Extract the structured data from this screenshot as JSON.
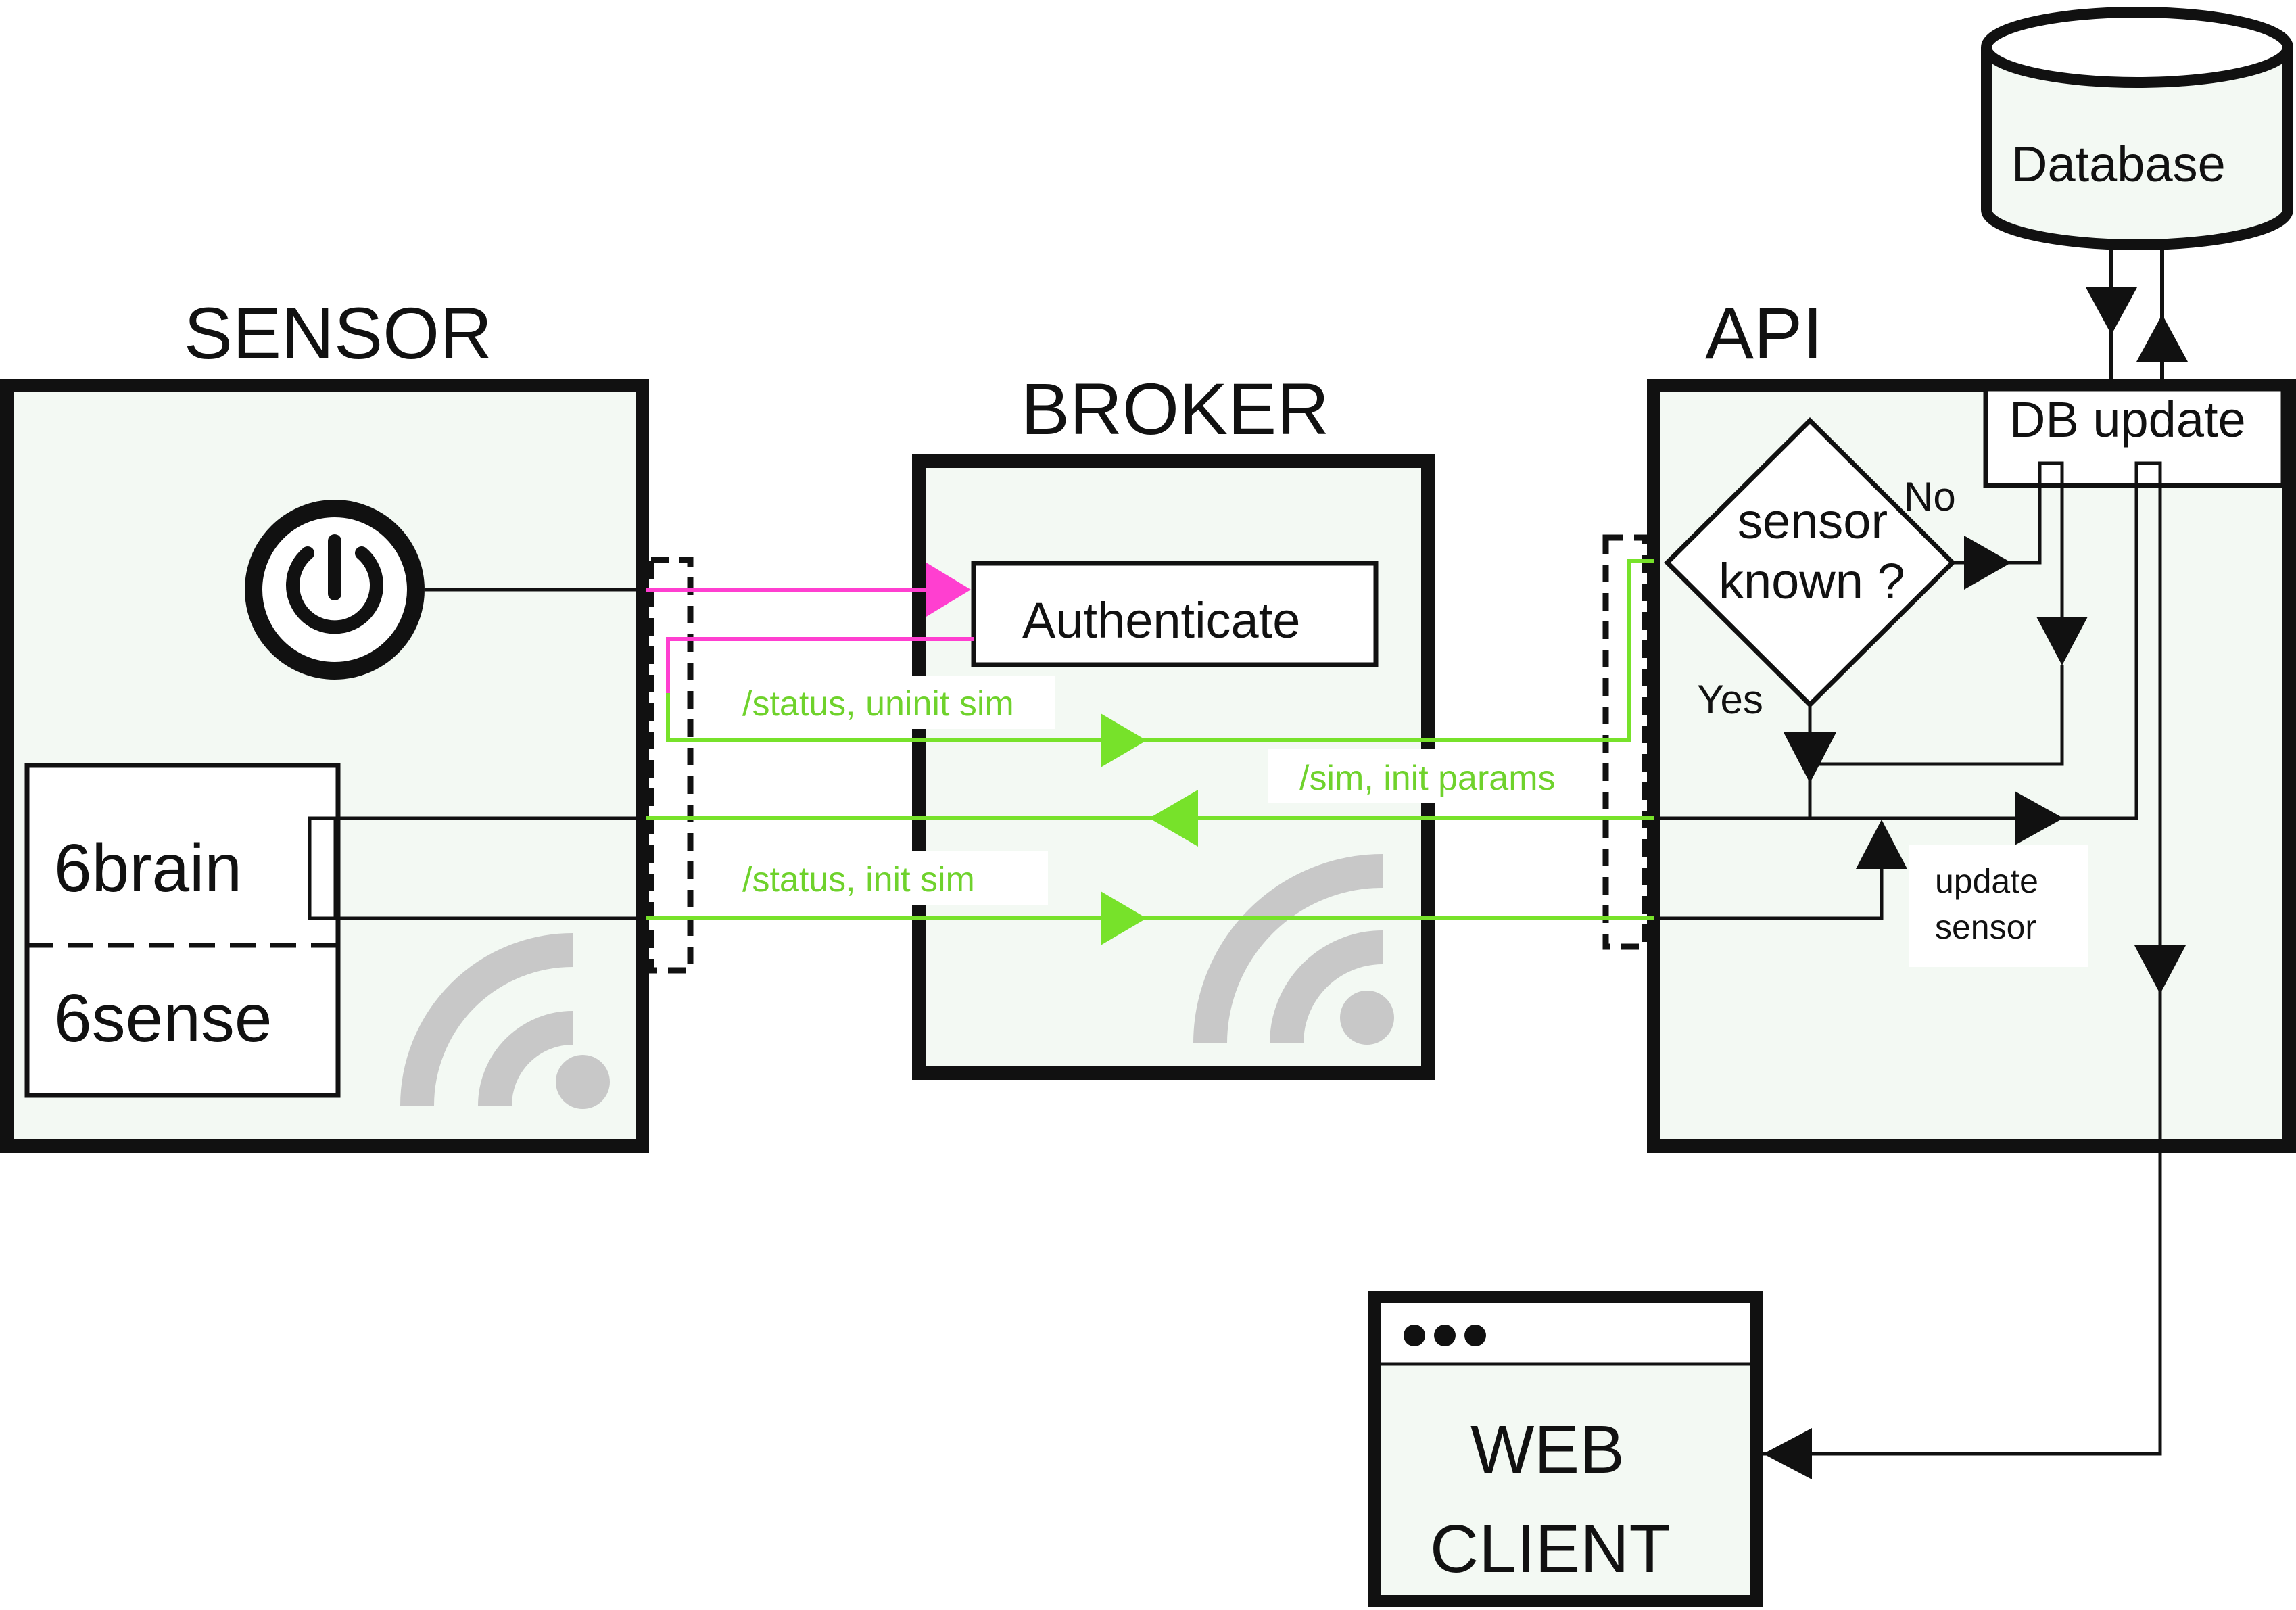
{
  "components": {
    "sensor": {
      "title": "SENSOR",
      "brain": "6brain",
      "sense": "6sense"
    },
    "broker": {
      "title": "BROKER",
      "authenticate": "Authenticate"
    },
    "api": {
      "title": "API",
      "decision": [
        "sensor",
        "known ?"
      ],
      "no": "No",
      "yes": "Yes",
      "update_sensor": [
        "update",
        "sensor"
      ],
      "db_update": "DB update"
    },
    "database": {
      "label": "Database"
    },
    "web_client": {
      "lines": [
        "WEB",
        "CLIENT"
      ]
    }
  },
  "messages": {
    "status_uninit": "/status, uninit sim",
    "sim_init": "/sim, init params",
    "status_init": "/status, init sim"
  },
  "colors": {
    "panel_fill": "#f3f9f3",
    "auth_line": "#ff3fd0",
    "mqtt_line": "#77e22a",
    "wifi": "#c8c8c8"
  }
}
